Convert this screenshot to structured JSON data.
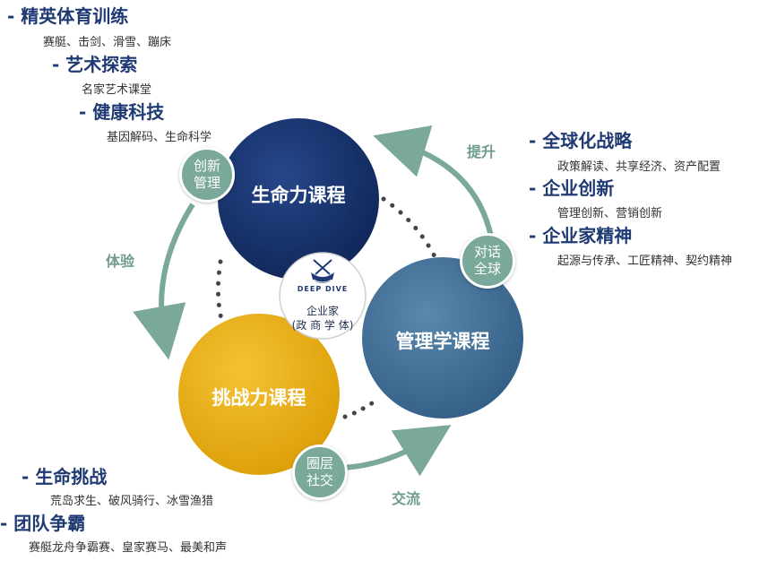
{
  "left_top_list": [
    {
      "title": "- 精英体育训练",
      "sub": "赛艇、击剑、滑雪、蹦床"
    },
    {
      "title": "- 艺术探索",
      "sub": "名家艺术课堂"
    },
    {
      "title": "- 健康科技",
      "sub": "基因解码、生命科学"
    }
  ],
  "right_list": [
    {
      "title": "- 全球化战略",
      "sub": "政策解读、共享经济、资产配置"
    },
    {
      "title": "- 企业创新",
      "sub": "管理创新、营销创新"
    },
    {
      "title": "- 企业家精神",
      "sub": "起源与传承、工匠精神、契约精神"
    }
  ],
  "left_bottom_list": [
    {
      "title": "- 生命挑战",
      "sub": "荒岛求生、破风骑行、冰雪渔猎"
    },
    {
      "title": "- 团队争霸",
      "sub": "赛艇龙舟争霸赛、皇家赛马、最美和声"
    }
  ],
  "circles": {
    "life": "生命力课程",
    "management": "管理学课程",
    "challenge": "挑战力课程"
  },
  "center": {
    "logo_text": "DEEP DIVE",
    "line1": "企业家",
    "line2": "(政 商 学 体)"
  },
  "badges": {
    "innovation": [
      "创新",
      "管理"
    ],
    "dialogue": [
      "对话",
      "全球"
    ],
    "circle": [
      "圈层",
      "社交"
    ]
  },
  "arrow_labels": {
    "upgrade": "提升",
    "experience": "体验",
    "exchange": "交流"
  },
  "colors": {
    "heading": "#1f3a73",
    "life_circle": "#17326e",
    "management_circle": "#3f6f99",
    "challenge_circle": "#e6ac12",
    "badge": "#7aa89a",
    "arrow": "#7aa89a"
  }
}
